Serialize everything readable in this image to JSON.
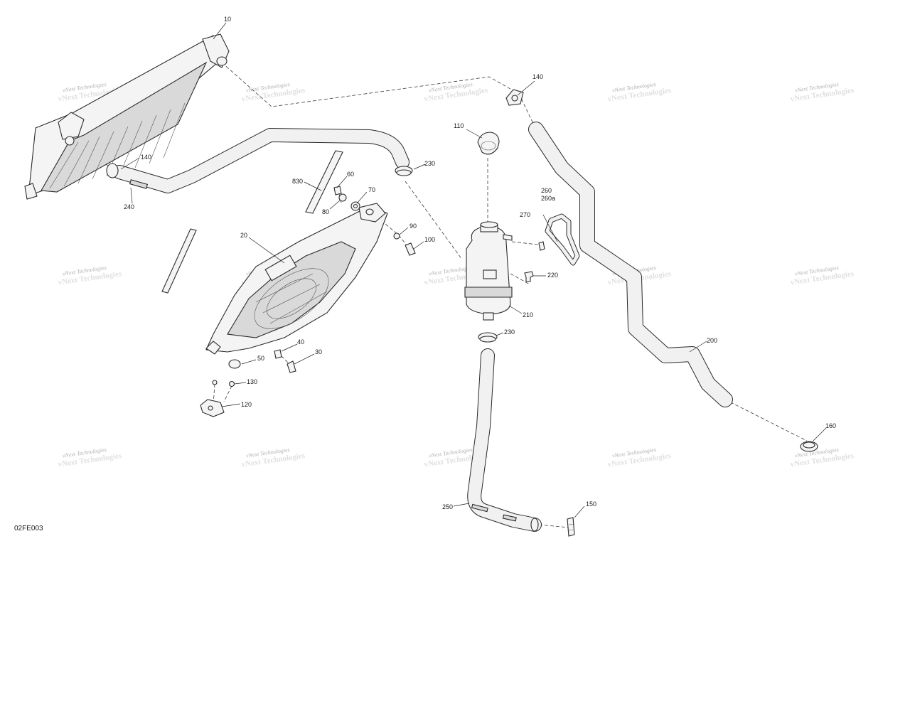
{
  "diagram": {
    "code": "02FE003",
    "watermark": {
      "line1": "vNext Technologies",
      "line2": "vNext Technologies"
    },
    "parts": {
      "p10": "10",
      "p20": "20",
      "p30": "30",
      "p40": "40",
      "p50": "50",
      "p60": "60",
      "p70": "70",
      "p80": "80",
      "p90": "90",
      "p100": "100",
      "p110": "110",
      "p120": "120",
      "p130": "130",
      "p140a": "140",
      "p140b": "140",
      "p150": "150",
      "p160": "160",
      "p200": "200",
      "p210": "210",
      "p220": "220",
      "p230a": "230",
      "p230b": "230",
      "p240": "240",
      "p250": "250",
      "p260": "260",
      "p260a": "260a",
      "p270": "270",
      "p830": "830"
    }
  }
}
